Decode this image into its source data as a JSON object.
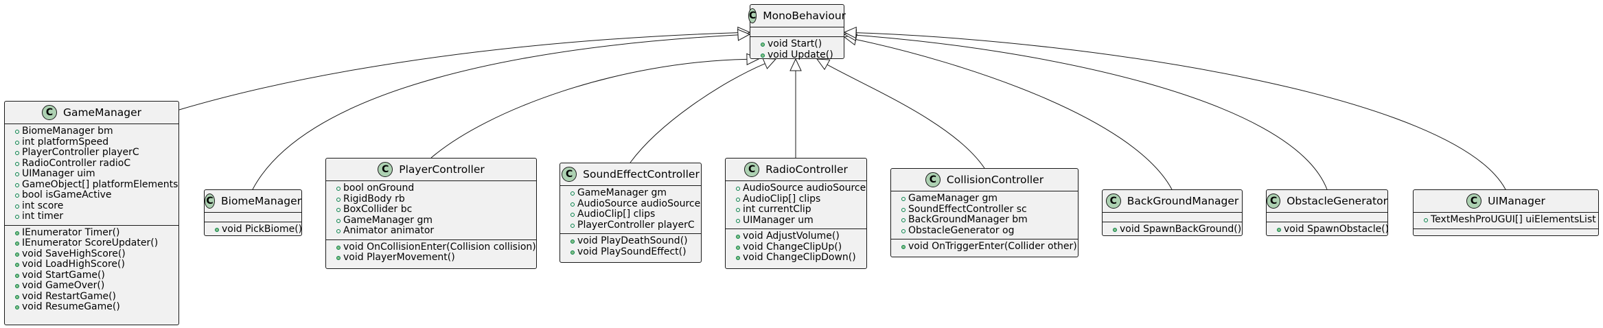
{
  "base": {
    "name": "MonoBehaviour",
    "badge": "C",
    "fields": [],
    "methods": [
      "void Start()",
      "void Update()"
    ]
  },
  "classes": [
    {
      "name": "GameManager",
      "badge": "C",
      "fields": [
        "BiomeManager bm",
        "int platformSpeed",
        "PlayerController playerC",
        "RadioController radioC",
        "UIManager uim",
        "GameObject[] platformElements",
        "bool isGameActive",
        "int score",
        "int timer"
      ],
      "methods": [
        "IEnumerator Timer()",
        "IEnumerator ScoreUpdater()",
        "void SaveHighScore()",
        "void LoadHighScore()",
        "void StartGame()",
        "void GameOver()",
        "void RestartGame()",
        "void ResumeGame()"
      ]
    },
    {
      "name": "BiomeManager",
      "badge": "C",
      "fields": [],
      "methods": [
        "void PickBiome()"
      ]
    },
    {
      "name": "PlayerController",
      "badge": "C",
      "fields": [
        "bool onGround",
        "RigidBody rb",
        "BoxCollider bc",
        "GameManager gm",
        "Animator animator"
      ],
      "methods": [
        "void OnCollisionEnter(Collision collision)",
        "void PlayerMovement()"
      ]
    },
    {
      "name": "SoundEffectController",
      "badge": "C",
      "fields": [
        "GameManager gm",
        "AudioSource audioSource",
        "AudioClip[] clips",
        "PlayerController playerC"
      ],
      "methods": [
        "void PlayDeathSound()",
        "void PlaySoundEffect()"
      ]
    },
    {
      "name": "RadioController",
      "badge": "C",
      "fields": [
        "AudioSource audioSource",
        "AudioClip[] clips",
        "int currentClip",
        "UIManager um"
      ],
      "methods": [
        "void AdjustVolume()",
        "void ChangeClipUp()",
        "void ChangeClipDown()"
      ]
    },
    {
      "name": "CollisionController",
      "badge": "C",
      "fields": [
        "GameManager gm",
        "SoundEffectController sc",
        "BackGroundManager bm",
        "ObstacleGenerator og"
      ],
      "methods": [
        "void OnTriggerEnter(Collider other)"
      ]
    },
    {
      "name": "BackGroundManager",
      "badge": "C",
      "fields": [],
      "methods": [
        "void SpawnBackGround()"
      ]
    },
    {
      "name": "ObstacleGenerator",
      "badge": "C",
      "fields": [],
      "methods": [
        "void SpawnObstacle()"
      ]
    },
    {
      "name": "UIManager",
      "badge": "C",
      "fields": [
        "TextMeshProUGUI[] uiElementsList"
      ],
      "methods": []
    }
  ],
  "relation": "inheritance",
  "colors": {
    "class_fill": "#f1f1f1",
    "class_border": "#181818",
    "badge_fill": "#add1b2",
    "field_marker": "#038048",
    "method_marker": "#84be84"
  }
}
